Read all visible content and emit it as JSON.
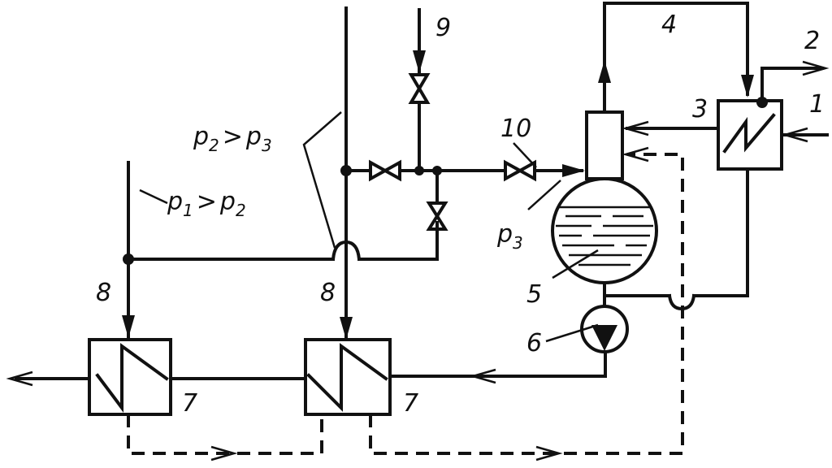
{
  "labels": {
    "n1": "1",
    "n2": "2",
    "n3": "3",
    "n4": "4",
    "n5": "5",
    "n6": "6",
    "n7a": "7",
    "n7b": "7",
    "n8a": "8",
    "n8b": "8",
    "n9": "9",
    "n10": "10"
  },
  "pressure_labels": {
    "p1_gt_p2": {
      "a": "p",
      "a_sub": "1",
      "op": ">",
      "b": "p",
      "b_sub": "2"
    },
    "p2_gt_p3": {
      "a": "p",
      "a_sub": "2",
      "op": ">",
      "b": "p",
      "b_sub": "3"
    },
    "p3": {
      "a": "p",
      "a_sub": "3"
    }
  },
  "colors": {
    "line": "#111111",
    "background": "#ffffff"
  }
}
